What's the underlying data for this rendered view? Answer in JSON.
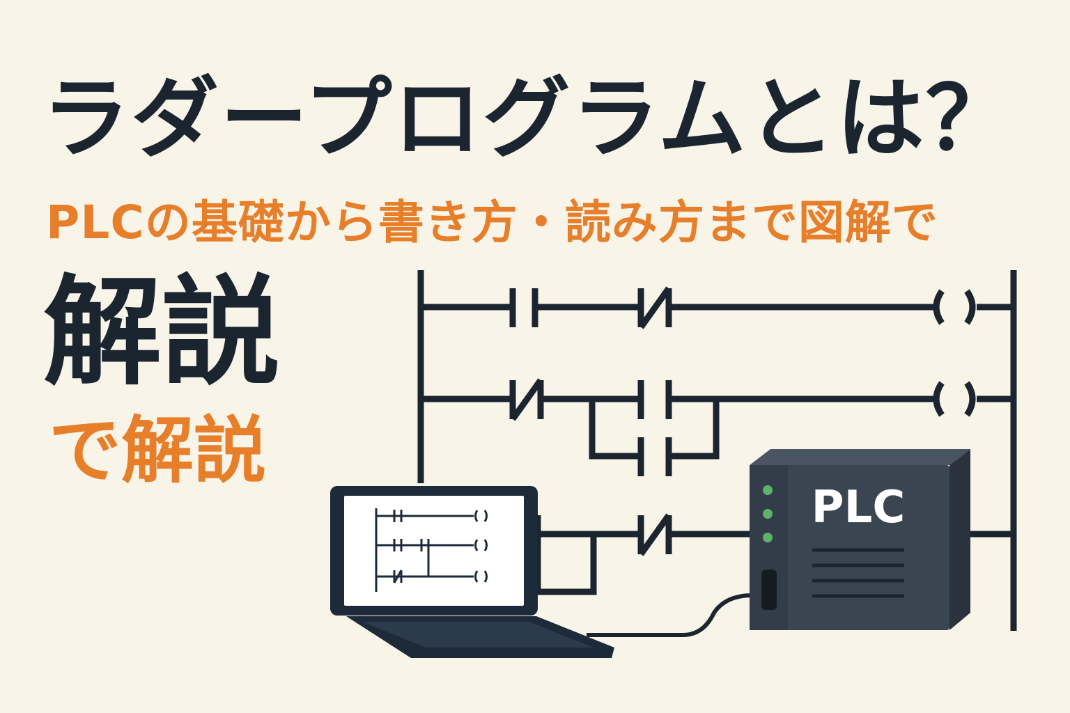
{
  "title": "ラダープログラムとは？",
  "subtitle": "PLCの基礎から書き方・読み方まで図解で",
  "big_label": "解説",
  "orange_label": "で解説",
  "plc": {
    "label": "PLC",
    "led_color": "#5db36a",
    "body_color": "#3a4552"
  },
  "colors": {
    "background": "#f9f4e8",
    "ink": "#1b2530",
    "accent": "#e67e2a"
  },
  "icons": [
    "laptop-icon",
    "plc-unit-icon",
    "ladder-diagram"
  ]
}
